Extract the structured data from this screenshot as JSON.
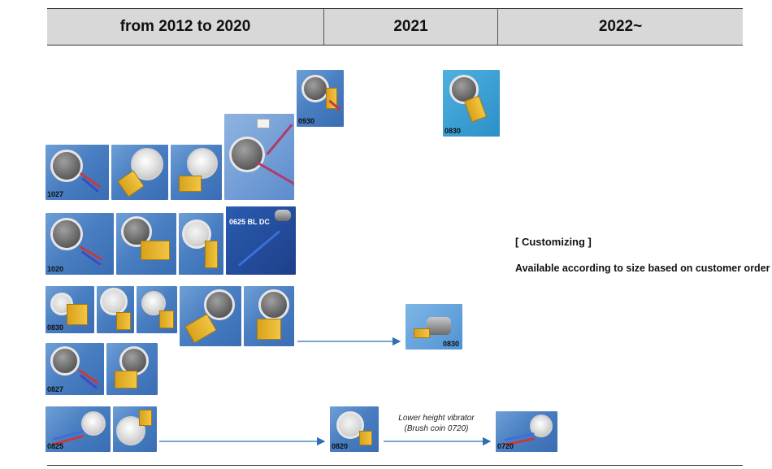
{
  "header": {
    "col1": "from 2012 to 2020",
    "col2": "2021",
    "col3": "2022~"
  },
  "photos": {
    "p0930": "0930",
    "p0830_2022": "0830",
    "p1027": "1027",
    "p1020": "1020",
    "p0625": "0625  BL DC",
    "p0830_row": "0830",
    "p0830_2021": "0830",
    "p0827": "0827",
    "p0825": "0825",
    "p0820": "0820",
    "p0720": "0720"
  },
  "caption": {
    "line1": "Lower height vibrator",
    "line2": "(Brush coin 0720)"
  },
  "customizing": {
    "title": "[ Customizing ]",
    "text": "Available according to size based on customer order"
  },
  "colors": {
    "header_bg": "#d8d8d8",
    "photo_bg": "#4a7fc2",
    "arrow": "#2e6fb5",
    "flex_pcb": "#e5b430"
  }
}
